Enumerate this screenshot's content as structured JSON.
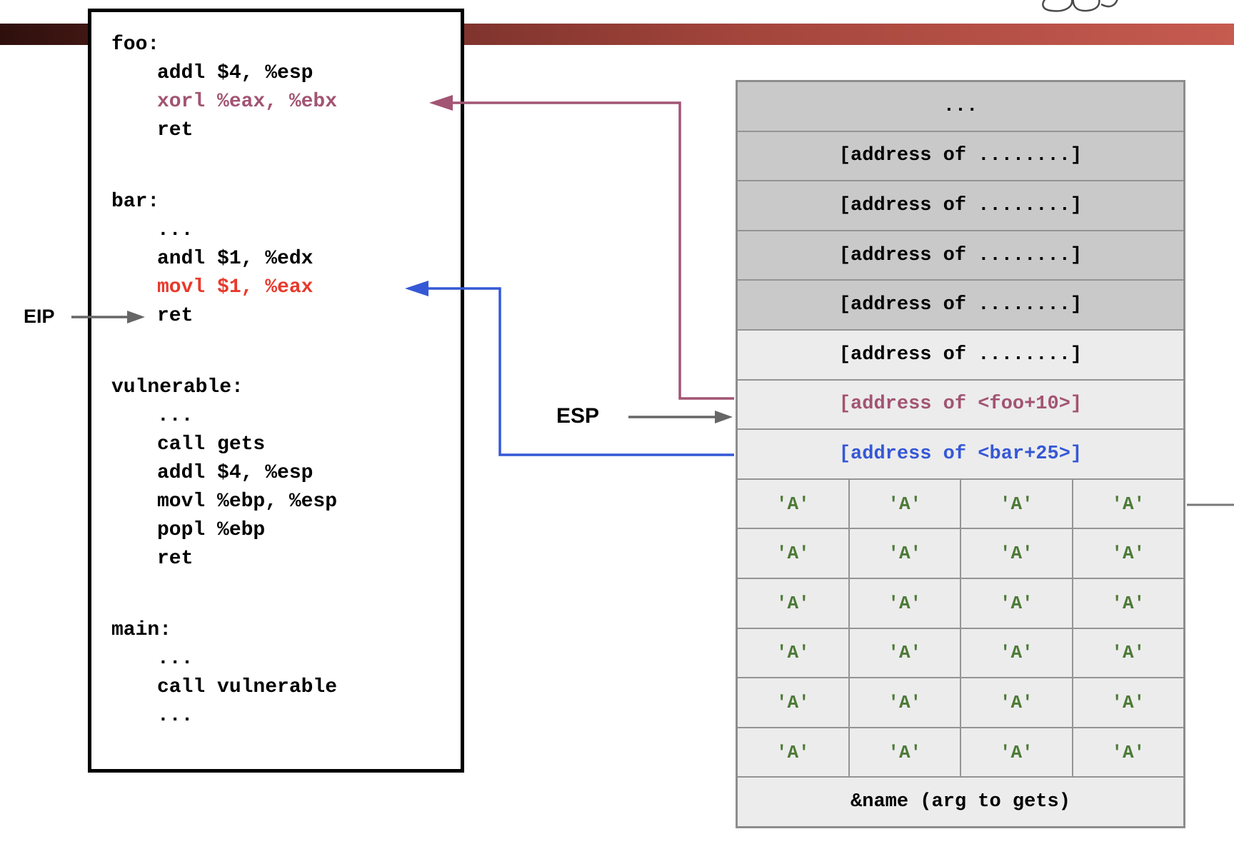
{
  "slide": {
    "description_title": "ROP gadget / stack smashing diagram"
  },
  "code_panel": {
    "lines": [
      {
        "kind": "label",
        "text": "foo:",
        "color": "black"
      },
      {
        "kind": "ins",
        "text": "addl $4, %esp",
        "color": "black"
      },
      {
        "kind": "ins",
        "text": "xorl %eax, %ebx",
        "color": "purple"
      },
      {
        "kind": "ins",
        "text": "ret",
        "color": "black"
      },
      {
        "kind": "gap"
      },
      {
        "kind": "label",
        "text": "bar:",
        "color": "black"
      },
      {
        "kind": "ins",
        "text": "...",
        "color": "black"
      },
      {
        "kind": "ins",
        "text": "andl $1, %edx",
        "color": "black"
      },
      {
        "kind": "ins",
        "text": "movl $1, %eax",
        "color": "red"
      },
      {
        "kind": "ins",
        "text": "ret",
        "color": "black"
      },
      {
        "kind": "gap"
      },
      {
        "kind": "label",
        "text": "vulnerable:",
        "color": "black"
      },
      {
        "kind": "ins",
        "text": "...",
        "color": "black"
      },
      {
        "kind": "ins",
        "text": "call gets",
        "color": "black"
      },
      {
        "kind": "ins",
        "text": "addl $4, %esp",
        "color": "black"
      },
      {
        "kind": "ins",
        "text": "movl %ebp, %esp",
        "color": "black"
      },
      {
        "kind": "ins",
        "text": "popl %ebp",
        "color": "black"
      },
      {
        "kind": "ins",
        "text": "ret",
        "color": "black"
      },
      {
        "kind": "gap"
      },
      {
        "kind": "label",
        "text": "main:",
        "color": "black"
      },
      {
        "kind": "ins",
        "text": "...",
        "color": "black"
      },
      {
        "kind": "ins",
        "text": "call vulnerable",
        "color": "black"
      },
      {
        "kind": "ins",
        "text": "...",
        "color": "black"
      }
    ]
  },
  "labels": {
    "eip": "EIP",
    "esp": "ESP"
  },
  "stack": {
    "rows": [
      {
        "type": "single",
        "text": "...",
        "shade": "dark",
        "color": "black"
      },
      {
        "type": "single",
        "text": "[address of ........]",
        "shade": "dark",
        "color": "black"
      },
      {
        "type": "single",
        "text": "[address of ........]",
        "shade": "dark",
        "color": "black"
      },
      {
        "type": "single",
        "text": "[address of ........]",
        "shade": "dark",
        "color": "black"
      },
      {
        "type": "single",
        "text": "[address of ........]",
        "shade": "dark",
        "color": "black"
      },
      {
        "type": "single",
        "text": "[address of ........]",
        "shade": "light",
        "color": "black"
      },
      {
        "type": "single",
        "text": "[address of <foo+10>]",
        "shade": "light",
        "color": "purple"
      },
      {
        "type": "single",
        "text": "[address of <bar+25>]",
        "shade": "light",
        "color": "blue"
      },
      {
        "type": "cells",
        "cells": [
          "'A'",
          "'A'",
          "'A'",
          "'A'"
        ],
        "shade": "light",
        "color": "green"
      },
      {
        "type": "cells",
        "cells": [
          "'A'",
          "'A'",
          "'A'",
          "'A'"
        ],
        "shade": "light",
        "color": "green"
      },
      {
        "type": "cells",
        "cells": [
          "'A'",
          "'A'",
          "'A'",
          "'A'"
        ],
        "shade": "light",
        "color": "green"
      },
      {
        "type": "cells",
        "cells": [
          "'A'",
          "'A'",
          "'A'",
          "'A'"
        ],
        "shade": "light",
        "color": "green"
      },
      {
        "type": "cells",
        "cells": [
          "'A'",
          "'A'",
          "'A'",
          "'A'"
        ],
        "shade": "light",
        "color": "green"
      },
      {
        "type": "cells",
        "cells": [
          "'A'",
          "'A'",
          "'A'",
          "'A'"
        ],
        "shade": "light",
        "color": "green"
      },
      {
        "type": "single",
        "text": "&name (arg to gets)",
        "shade": "light",
        "color": "black"
      }
    ]
  },
  "colors": {
    "gadget_foo_purple": "#a25472",
    "gadget_bar_red": "#e8392b",
    "stack_bar_blue": "#3558d6",
    "overflow_a_green": "#4c7a36",
    "arrow_gray": "#666666",
    "stack_dark_row": "#c9c9c9",
    "stack_light_row": "#ececec",
    "banner_left": "#2e0f0c",
    "banner_right": "#c65b50"
  }
}
